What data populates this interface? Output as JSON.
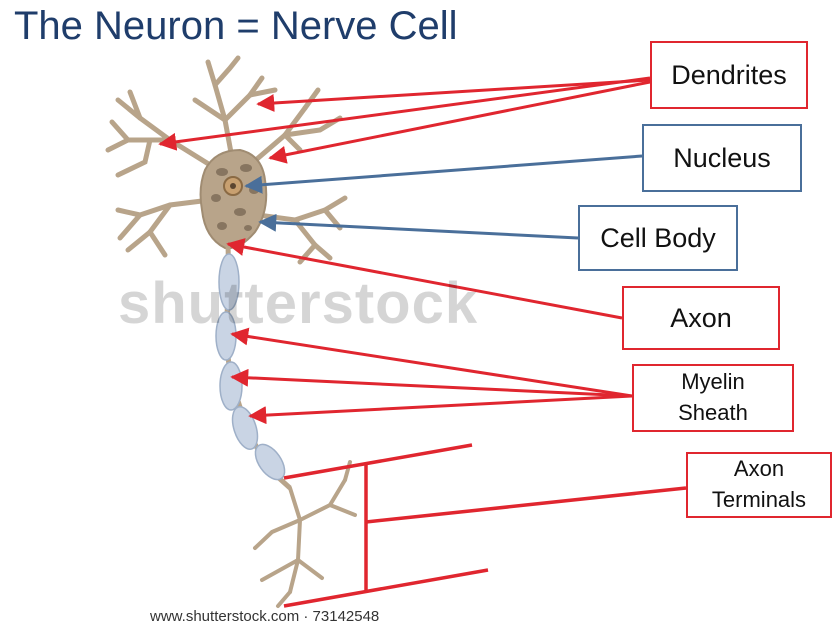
{
  "title": "The Neuron = Nerve Cell",
  "labels": {
    "dendrites": "Dendrites",
    "nucleus": "Nucleus",
    "cell_body": "Cell Body",
    "axon": "Axon",
    "myelin_line1": "Myelin",
    "myelin_line2": "Sheath",
    "terminals_line1": "Axon",
    "terminals_line2": "Terminals"
  },
  "watermark": "shutterstock",
  "credit": "www.shutterstock.com · 73142548",
  "colors": {
    "title": "#1f3d6b",
    "red_arrow": "#e0262f",
    "blue_arrow": "#4a6f9a",
    "cell_body": "#b8a48a",
    "nucleus": "#c8a070",
    "myelin": "#c9d4e4"
  }
}
